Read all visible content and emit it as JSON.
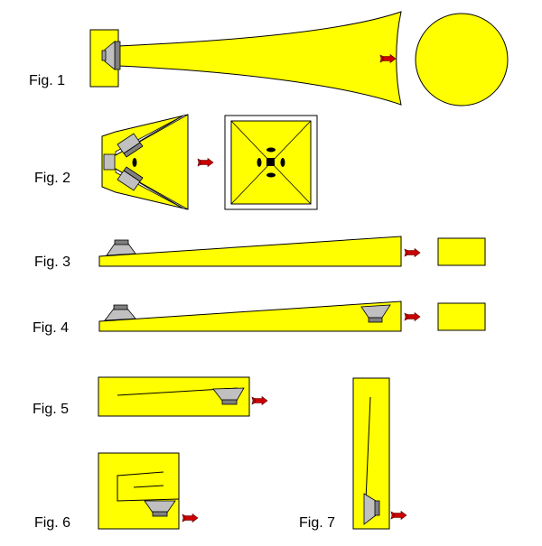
{
  "colors": {
    "fill": "#ffff00",
    "stroke": "#000000",
    "driver": "#c0c0c0",
    "driver_shadow": "#808080",
    "arrow": "#cc0000",
    "background": "#ffffff"
  },
  "figures": [
    {
      "id": "fig1",
      "label": "Fig. 1"
    },
    {
      "id": "fig2",
      "label": "Fig. 2"
    },
    {
      "id": "fig3",
      "label": "Fig. 3"
    },
    {
      "id": "fig4",
      "label": "Fig. 4"
    },
    {
      "id": "fig5",
      "label": "Fig. 5"
    },
    {
      "id": "fig6",
      "label": "Fig. 6"
    },
    {
      "id": "fig7",
      "label": "Fig. 7"
    }
  ],
  "icons": {
    "arrow": "sound-direction-arrow-icon",
    "driver": "speaker-driver-icon"
  }
}
